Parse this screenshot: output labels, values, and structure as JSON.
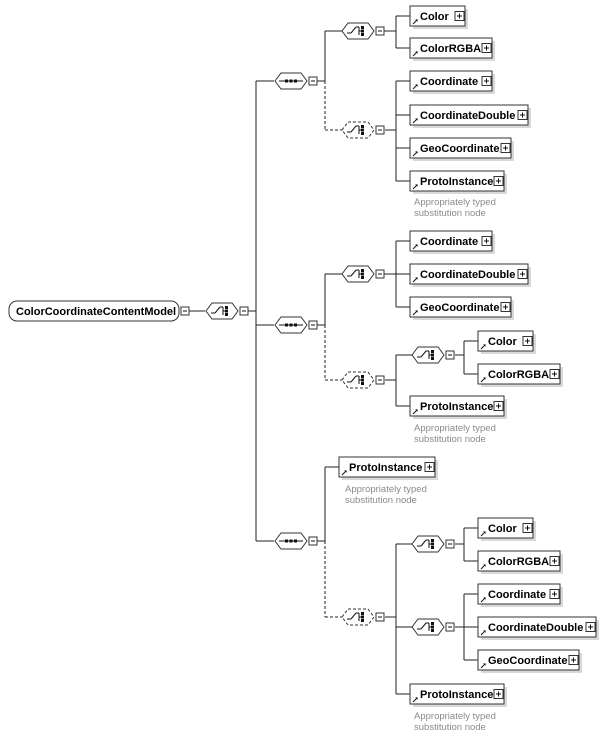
{
  "root": {
    "label": "ColorCoordinateContentModel"
  },
  "elements": {
    "e1": "Color",
    "e2": "ColorRGBA",
    "e3": "Coordinate",
    "e4": "CoordinateDouble",
    "e5": "GeoCoordinate",
    "e6": "ProtoInstance",
    "e7": "Coordinate",
    "e8": "CoordinateDouble",
    "e9": "GeoCoordinate",
    "e10": "Color",
    "e11": "ColorRGBA",
    "e12": "ProtoInstance",
    "e13": "ProtoInstance",
    "e14": "Color",
    "e15": "ColorRGBA",
    "e16": "Coordinate",
    "e17": "CoordinateDouble",
    "e18": "GeoCoordinate",
    "e19": "ProtoInstance"
  },
  "notes": {
    "n1": [
      "Appropriately typed",
      "substitution node"
    ],
    "n2": [
      "Appropriately typed",
      "substitution node"
    ],
    "n3": [
      "Appropriately typed",
      "substitution node"
    ],
    "n4": [
      "Appropriately typed",
      "substitution node"
    ]
  }
}
